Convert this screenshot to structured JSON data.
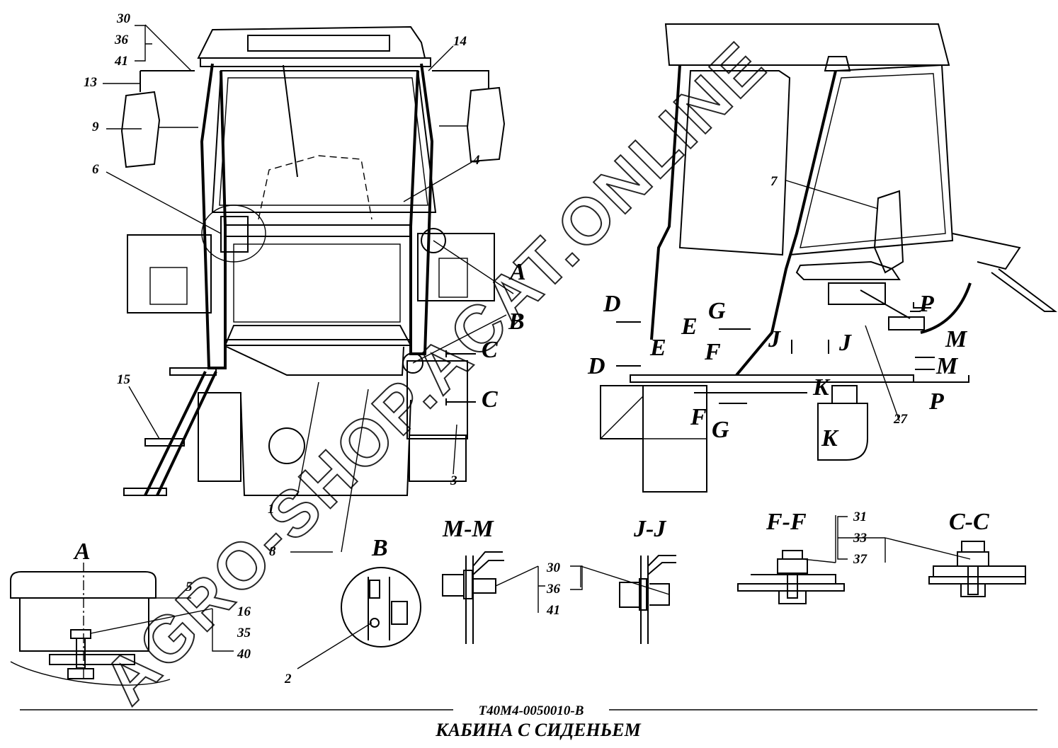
{
  "doc_code": "T40M4-0050010-B",
  "title": "КАБИНА С СИДЕНЬЕМ",
  "watermark": "AGRO-SHOP.ACAT.ONLINE",
  "callouts": {
    "n30a": "30",
    "n36a": "36",
    "n41a": "41",
    "n14": "14",
    "n13": "13",
    "n9": "9",
    "n6": "6",
    "n4": "4",
    "n15": "15",
    "n1": "1",
    "n8": "8",
    "n3": "3",
    "n7": "7",
    "n27": "27",
    "n5": "5",
    "n16": "16",
    "n35": "35",
    "n40": "40",
    "n2": "2",
    "n30b": "30",
    "n36b": "36",
    "n41b": "41",
    "n31": "31",
    "n33": "33",
    "n37": "37"
  },
  "view_letters": {
    "A1": "A",
    "B1": "B",
    "C1": "C",
    "C2": "C",
    "D1": "D",
    "D2": "D",
    "E1": "E",
    "E2": "E",
    "F1": "F",
    "F2": "F",
    "G1": "G",
    "G2": "G",
    "J1": "J",
    "J2": "J",
    "K1": "K",
    "K2": "K",
    "P1": "P",
    "P2": "P",
    "M1": "M",
    "M2": "M"
  },
  "section_titles": {
    "A": "A",
    "B": "B",
    "MM": "M-M",
    "JJ": "J-J",
    "FF": "F-F",
    "CC": "C-C"
  }
}
